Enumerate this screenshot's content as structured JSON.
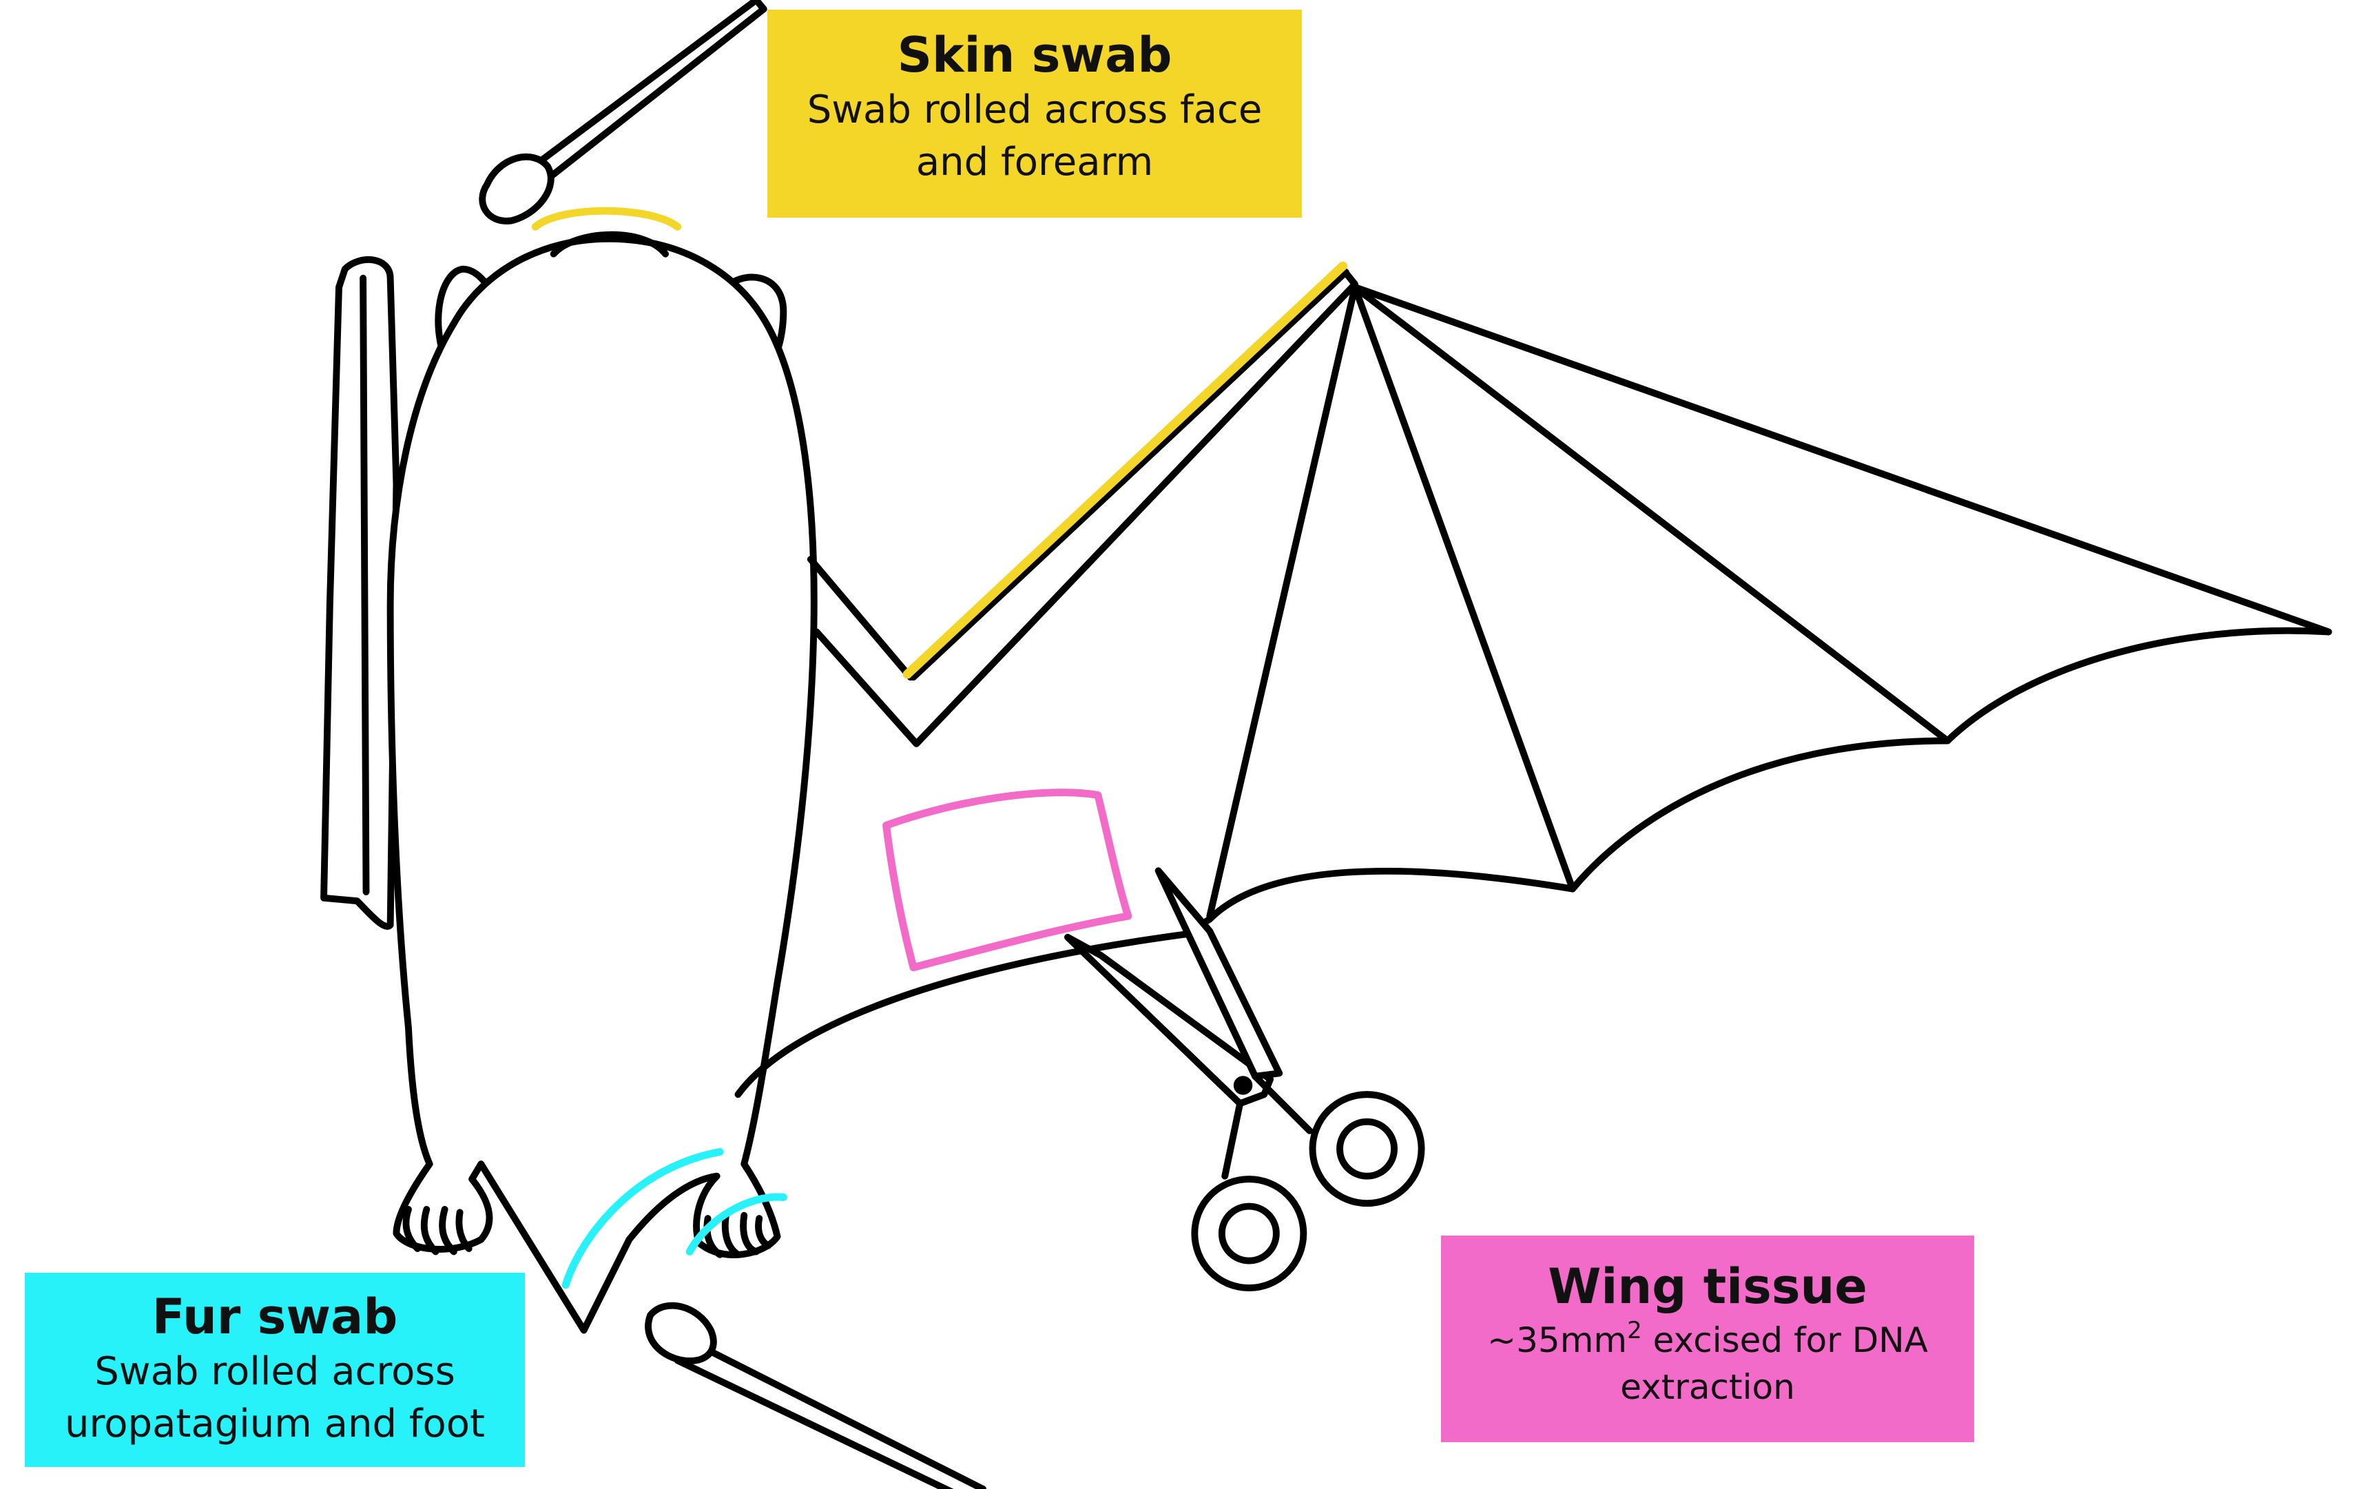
{
  "colors": {
    "skin": "#f3d628",
    "fur": "#27f2fa",
    "wing": "#f36bc8",
    "outline": "#000000"
  },
  "skin_swab": {
    "title": "Skin swab",
    "description": "Swab rolled across face and forearm"
  },
  "fur_swab": {
    "title": "Fur swab",
    "description": "Swab rolled across uropatagium and foot"
  },
  "wing_tissue": {
    "title": "Wing tissue",
    "description_prefix": "~35mm",
    "description_sup": "2",
    "description_suffix": " excised for DNA extraction"
  }
}
